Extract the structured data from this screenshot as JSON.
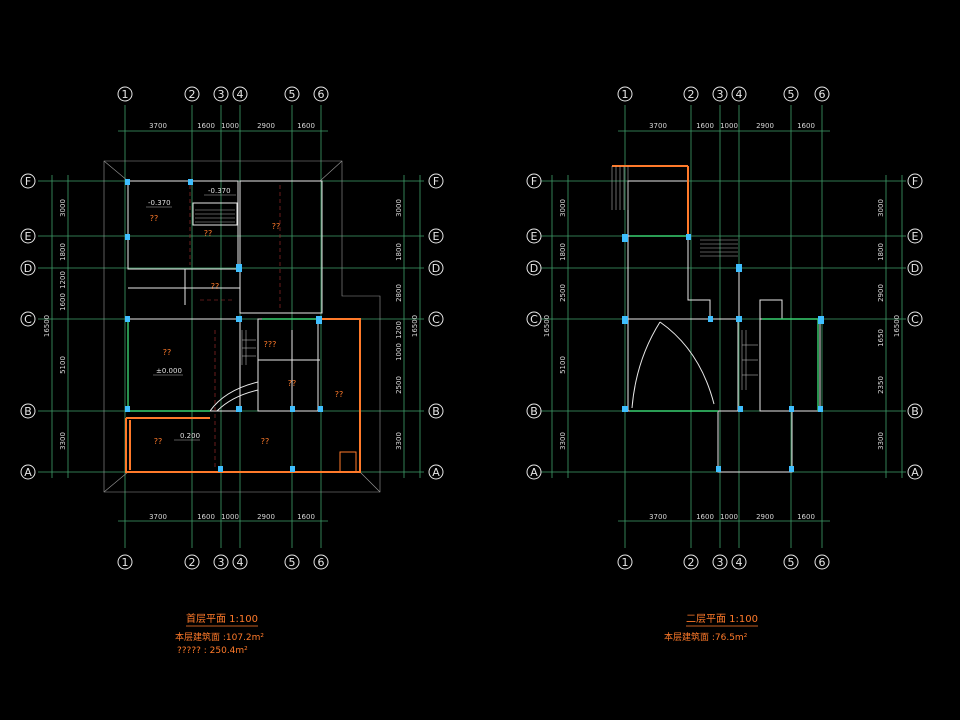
{
  "plans": [
    {
      "name": "ground-floor",
      "title": "首层平面 1:100",
      "area_lines": [
        "本层建筑面   :107.2m²",
        "?????  : 250.4m²"
      ],
      "dims_top": [
        "3700",
        "1600",
        "1000",
        "2900",
        "1600"
      ],
      "dims_left": [
        "3000",
        "1800",
        "1200",
        "1600",
        "5100",
        "3300"
      ],
      "dims_left_outer": [
        "16500"
      ],
      "dims_right": [
        "3000",
        "1800",
        "2800",
        "1200",
        "1000",
        "2500",
        "3300"
      ],
      "dims_right_outer": [
        "16500"
      ],
      "axes_x": [
        "1",
        "2",
        "3",
        "4",
        "5",
        "6"
      ],
      "axes_y": [
        "F",
        "E",
        "D",
        "C",
        "B",
        "A"
      ],
      "rooms": [
        "??",
        "??",
        "??",
        "??",
        "???",
        "??",
        "??",
        "??",
        "??"
      ],
      "levels": [
        "-0.370",
        "-0.370",
        "±0.000",
        "0.200"
      ]
    },
    {
      "name": "second-floor",
      "title": "二层平面 1:100",
      "area_lines": [
        "本层建筑面   :76.5m²"
      ],
      "dims_top": [
        "3700",
        "1600",
        "1000",
        "2900",
        "1600"
      ],
      "dims_left": [
        "3000",
        "1800",
        "2500",
        "5100",
        "3300"
      ],
      "dims_left_outer": [
        "16500"
      ],
      "dims_right": [
        "3000",
        "1800",
        "2900",
        "1650",
        "2350",
        "3300"
      ],
      "dims_right_outer": [
        "16500"
      ],
      "axes_x": [
        "1",
        "2",
        "3",
        "4",
        "5",
        "6"
      ],
      "axes_y": [
        "F",
        "E",
        "D",
        "C",
        "B",
        "A"
      ]
    }
  ]
}
